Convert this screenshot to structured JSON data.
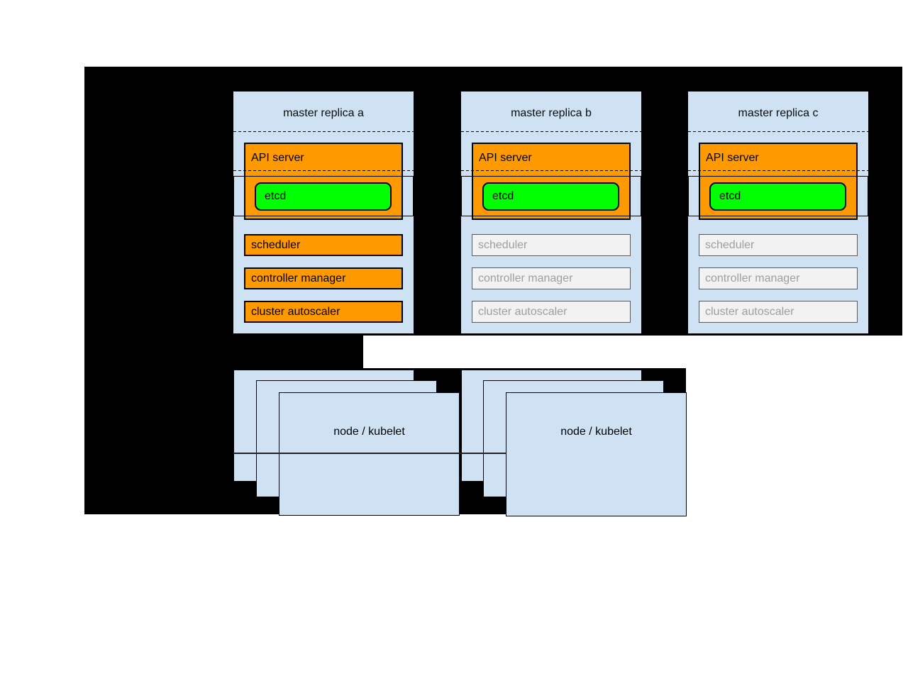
{
  "diagram": {
    "masters": [
      {
        "title": "master replica a",
        "state": "active"
      },
      {
        "title": "master replica b",
        "state": "standby"
      },
      {
        "title": "master replica c",
        "state": "standby"
      }
    ],
    "labels": {
      "api_server": "API server",
      "etcd": "etcd",
      "scheduler": "scheduler",
      "controller_manager": "controller manager",
      "cluster_autoscaler": "cluster autoscaler"
    },
    "nodes": [
      {
        "label": "node / kubelet"
      },
      {
        "label": "node / kubelet"
      }
    ],
    "colors": {
      "backdrop": "#000000",
      "box_background": "#cfe2f3",
      "active_component": "#ff9900",
      "etcd": "#00ff00",
      "inactive_fill": "#f2f2f2",
      "inactive_text": "#9e9e9e"
    }
  }
}
